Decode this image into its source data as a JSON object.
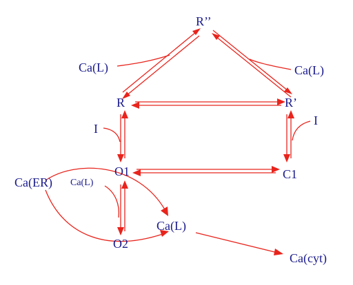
{
  "diagram": {
    "nodes": {
      "R2": "R’’",
      "R": "R",
      "R1": "R’",
      "O1": "O1",
      "C1": "C1",
      "O2": "O2",
      "CaL_mid": "Ca(L)",
      "CaCyt": "Ca(cyt)",
      "CaER": "Ca(ER)",
      "CaL_small": "Ca(L)",
      "CaL_left": "Ca(L)",
      "CaL_right": "Ca(L)",
      "I_left": "I",
      "I_right": "I"
    },
    "colors": {
      "node_text": "#1a1a8c",
      "arrows": "#e8241c",
      "background": "#ffffff"
    }
  }
}
